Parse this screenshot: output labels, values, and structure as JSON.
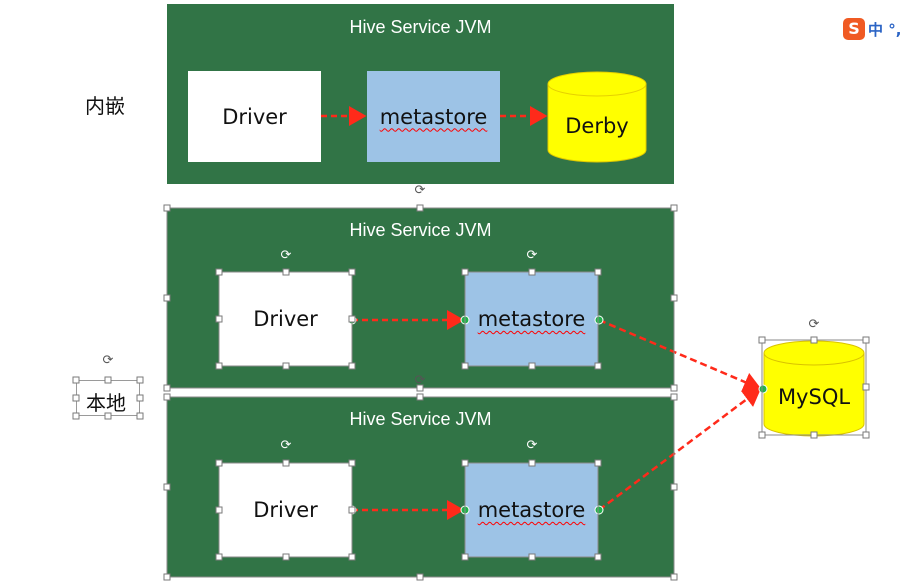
{
  "labels": {
    "embedded": "内嵌",
    "local": "本地"
  },
  "sections": [
    {
      "title": "Hive Service JVM",
      "driver": "Driver",
      "metastore": "metastore",
      "store": "Derby"
    },
    {
      "title": "Hive Service JVM",
      "driver": "Driver",
      "metastore": "metastore"
    },
    {
      "title": "Hive Service JVM",
      "driver": "Driver",
      "metastore": "metastore"
    }
  ],
  "database": {
    "label": "MySQL"
  },
  "ime": {
    "logo": "S",
    "text": "中 °,"
  },
  "colors": {
    "jvm_background": "#317446",
    "metastore_fill": "#9dc3e6",
    "database_fill": "#ffff00",
    "arrow": "#ff2a1a",
    "connector_dot": "#22b14c"
  },
  "icons": [
    "rotate-handle-icon",
    "resize-handle-icon",
    "sogou-ime-icon"
  ]
}
